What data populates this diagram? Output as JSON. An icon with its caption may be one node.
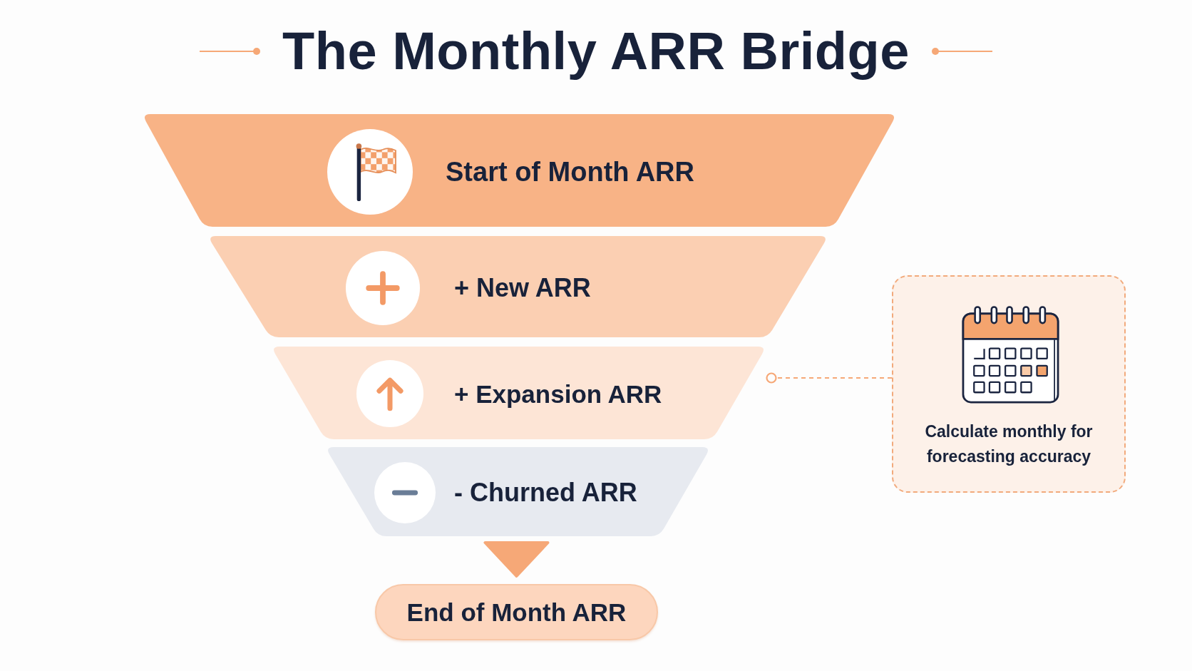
{
  "diagram": {
    "title": "The Monthly ARR Bridge",
    "nodes": [
      {
        "text": [
          "Start of Month ARR"
        ]
      },
      {
        "text": [
          "+ New ARR"
        ]
      },
      {
        "text": [
          "+ Expansion ARR"
        ]
      },
      {
        "text": [
          "- Churned ARR"
        ]
      },
      {
        "text": [
          "End of Month ARR"
        ]
      },
      {
        "text": [
          "Calculate monthly for forecasting accuracy"
        ]
      }
    ],
    "edges": [
      {
        "from": 3,
        "to": 4,
        "arrow": "to"
      },
      {
        "from": 5,
        "to": 2,
        "arrow": "other",
        "style": "dashed"
      }
    ]
  }
}
